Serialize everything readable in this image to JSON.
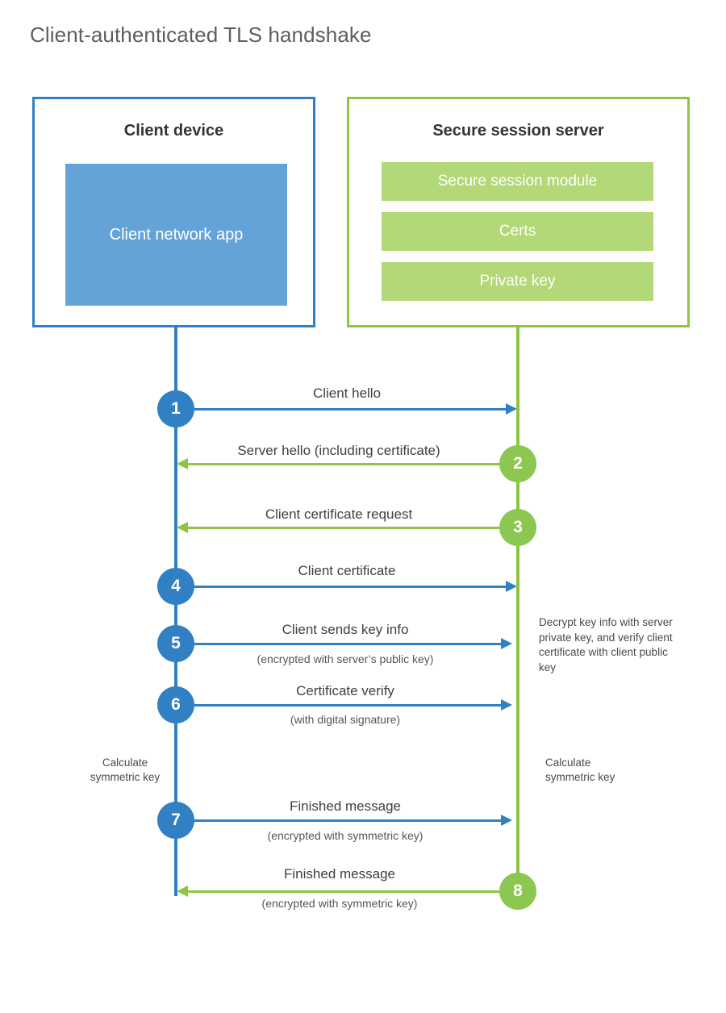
{
  "title": "Client-authenticated TLS handshake",
  "colors": {
    "client_blue": "#3180c4",
    "client_app_fill": "#64a3d8",
    "server_green": "#8cc63f",
    "server_bar_fill": "#b2d877",
    "step_green": "#8cc751",
    "title_gray": "#5e5e5e",
    "label_gray": "#3f3f3f"
  },
  "actors": {
    "client": {
      "title": "Client device",
      "components": [
        {
          "label": "Client network app"
        }
      ]
    },
    "server": {
      "title": "Secure session server",
      "components": [
        {
          "label": "Secure session module"
        },
        {
          "label": "Certs"
        },
        {
          "label": "Private key"
        }
      ]
    }
  },
  "steps": [
    {
      "number": "1",
      "label": "Client hello",
      "sub": "",
      "direction": "client-to-server",
      "color": "blue"
    },
    {
      "number": "2",
      "label": "Server hello (including certificate)",
      "sub": "",
      "direction": "server-to-client",
      "color": "green"
    },
    {
      "number": "3",
      "label": "Client certificate request",
      "sub": "",
      "direction": "server-to-client",
      "color": "green"
    },
    {
      "number": "4",
      "label": "Client certificate",
      "sub": "",
      "direction": "client-to-server",
      "color": "blue"
    },
    {
      "number": "5",
      "label": "Client sends key info",
      "sub": "(encrypted with server’s public key)",
      "direction": "client-to-server",
      "color": "blue"
    },
    {
      "number": "6",
      "label": "Certificate verify",
      "sub": "(with digital signature)",
      "direction": "client-to-server",
      "color": "blue"
    },
    {
      "number": "7",
      "label": "Finished message",
      "sub": "(encrypted with symmetric key)",
      "direction": "client-to-server",
      "color": "blue"
    },
    {
      "number": "8",
      "label": "Finished message",
      "sub": "(encrypted with symmetric key)",
      "direction": "server-to-client",
      "color": "green"
    }
  ],
  "notes": {
    "server_decrypt": "Decrypt key info with server private key, and verify client certificate with client public key",
    "client_calculate_line1": "Calculate",
    "client_calculate_line2": "symmetric key",
    "server_calculate_line1": "Calculate",
    "server_calculate_line2": "symmetric key"
  }
}
